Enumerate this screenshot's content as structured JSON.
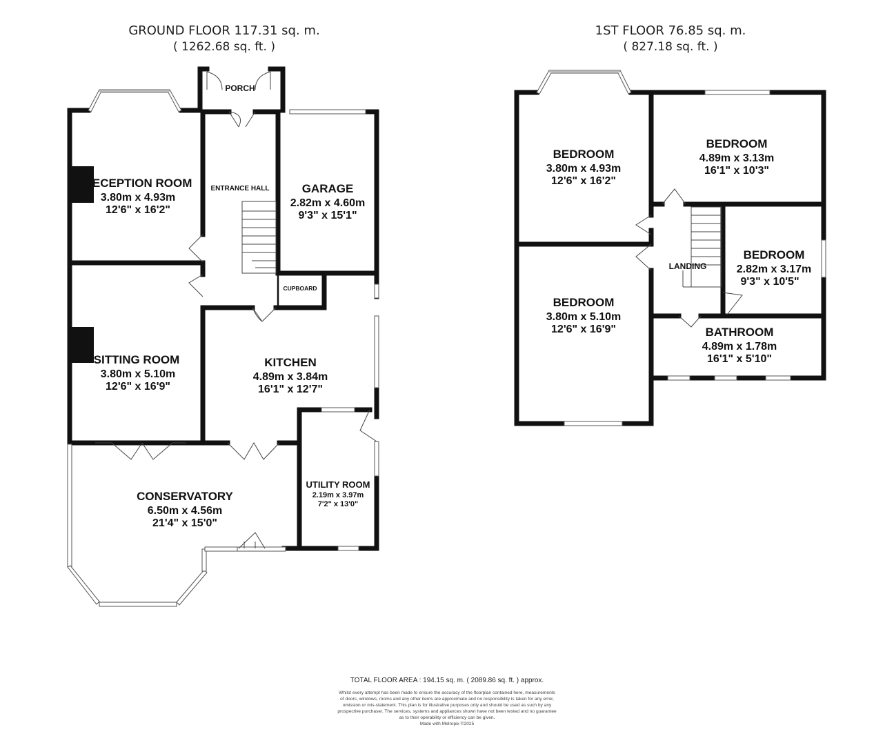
{
  "ground_floor": {
    "title": "GROUND FLOOR 117.31 sq. m.",
    "subtitle": "( 1262.68 sq. ft. )",
    "rooms": {
      "porch": {
        "name": "PORCH"
      },
      "reception": {
        "name": "RECEPTION ROOM",
        "metric": "3.80m x 4.93m",
        "imperial": "12'6\" x 16'2\""
      },
      "entrance_hall": {
        "name": "ENTRANCE HALL"
      },
      "garage": {
        "name": "GARAGE",
        "metric": "2.82m x 4.60m",
        "imperial": "9'3\" x 15'1\""
      },
      "cupboard": {
        "name": "CUPBOARD"
      },
      "sitting": {
        "name": "SITTING ROOM",
        "metric": "3.80m x 5.10m",
        "imperial": "12'6\" x 16'9\""
      },
      "kitchen": {
        "name": "KITCHEN",
        "metric": "4.89m x 3.84m",
        "imperial": "16'1\" x 12'7\""
      },
      "conservatory": {
        "name": "CONSERVATORY",
        "metric": "6.50m x 4.56m",
        "imperial": "21'4\" x 15'0\""
      },
      "utility": {
        "name": "UTILITY ROOM",
        "metric": "2.19m x 3.97m",
        "imperial": "7'2\" x 13'0\""
      }
    }
  },
  "first_floor": {
    "title": "1ST FLOOR 76.85 sq. m.",
    "subtitle": "( 827.18 sq. ft. )",
    "rooms": {
      "bedroom_front_left": {
        "name": "BEDROOM",
        "metric": "3.80m x 4.93m",
        "imperial": "12'6\" x 16'2\""
      },
      "bedroom_front_right": {
        "name": "BEDROOM",
        "metric": "4.89m x 3.13m",
        "imperial": "16'1\" x 10'3\""
      },
      "bedroom_small": {
        "name": "BEDROOM",
        "metric": "2.82m x 3.17m",
        "imperial": "9'3\" x 10'5\""
      },
      "landing": {
        "name": "LANDING"
      },
      "bedroom_rear": {
        "name": "BEDROOM",
        "metric": "3.80m x 5.10m",
        "imperial": "12'6\" x 16'9\""
      },
      "bathroom": {
        "name": "BATHROOM",
        "metric": "4.89m x 1.78m",
        "imperial": "16'1\" x 5'10\""
      }
    }
  },
  "footer": {
    "total": "TOTAL FLOOR AREA : 194.15 sq. m. ( 2089.86 sq. ft. ) approx.",
    "disclaimer_lines": [
      "Whilst every attempt has been made to ensure the accuracy of the floorplan contained here, measurements",
      "of doors, windows, rooms and any other items are approximate and no responsibility is taken for any error,",
      "omission or mis-statement. This plan is for illustrative purposes only and should be used as such by any",
      "prospective purchaser. The services, systems and appliances shown have not been tested and no guarantee",
      "as to their operability or efficiency can be given."
    ],
    "credit": "Made with Metropix ©2025"
  },
  "colors": {
    "wall": "#111111",
    "window": "#ffffff",
    "text": "#111111"
  }
}
